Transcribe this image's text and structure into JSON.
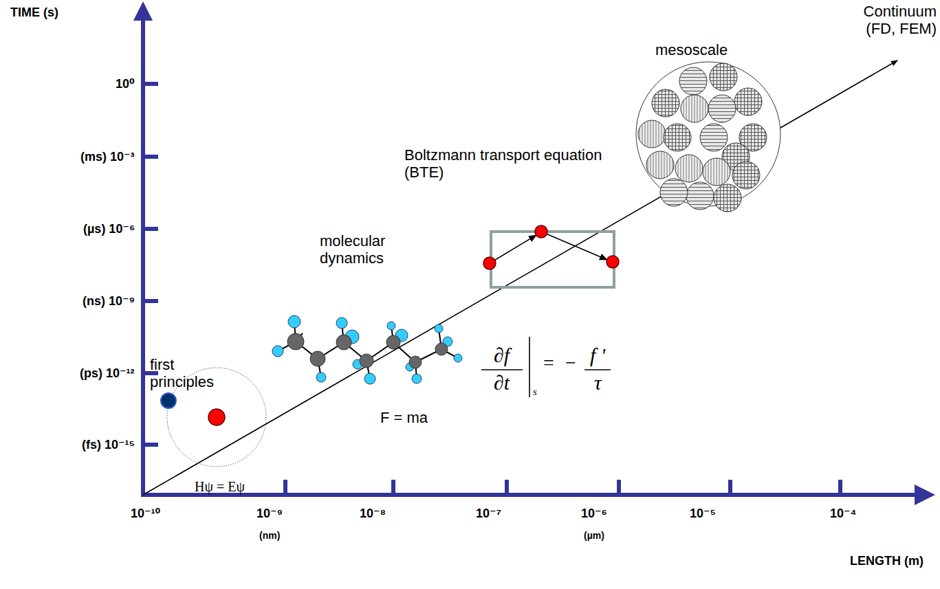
{
  "diagram": {
    "labels": [
      "TIME (s)",
      "10⁰",
      "(ms) 10⁻³",
      "(µs) 10⁻⁶",
      "(ns) 10⁻⁹",
      "(ps) 10⁻¹²",
      "(fs) 10⁻¹⁵",
      "10⁻¹⁰",
      "10⁻⁹",
      "(nm)",
      "10⁻⁸",
      "10⁻⁷",
      "10⁻⁶",
      "(µm)",
      "10⁻⁵",
      "10⁻⁴",
      "LENGTH (m)",
      "Continuum (FD, FEM)",
      "mesoscale",
      "Boltzmann transport equation (BTE)",
      "molecular dynamics",
      "first principles",
      "F = ma",
      "Hψ = Eψ",
      "∂f",
      "∂t",
      "s",
      "=",
      "−",
      "f '",
      "τ"
    ]
  }
}
